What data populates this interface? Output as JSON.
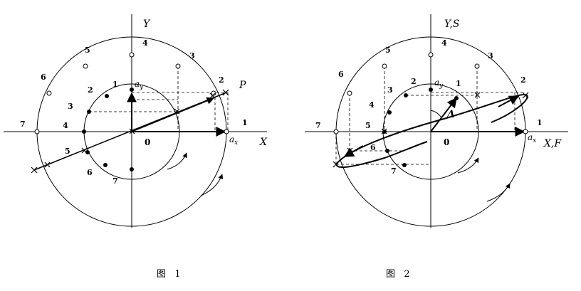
{
  "figure1": {
    "axis_x": "X",
    "axis_y": "Y",
    "label_ax": "a",
    "label_ax_sub": "x",
    "label_ay": "a",
    "label_ay_sub": "y",
    "label_p": "P",
    "label_origin": "0",
    "outer_points": [
      "1",
      "2",
      "3",
      "4",
      "5",
      "6",
      "7"
    ],
    "inner_points": [
      "1",
      "2",
      "3",
      "4",
      "5",
      "6",
      "7"
    ],
    "caption": "图   1"
  },
  "figure2": {
    "axis_x": "X,F",
    "axis_y": "Y,S",
    "label_ax": "a",
    "label_ax_sub": "x",
    "label_ay": "a",
    "label_ay_sub": "y",
    "label_delta": "Δ",
    "label_origin": "0",
    "outer_points": [
      "1",
      "2",
      "3",
      "4",
      "5",
      "6",
      "7"
    ],
    "inner_points": [
      "1",
      "2",
      "3",
      "4",
      "5",
      "6",
      "7"
    ],
    "caption": "图   2"
  }
}
